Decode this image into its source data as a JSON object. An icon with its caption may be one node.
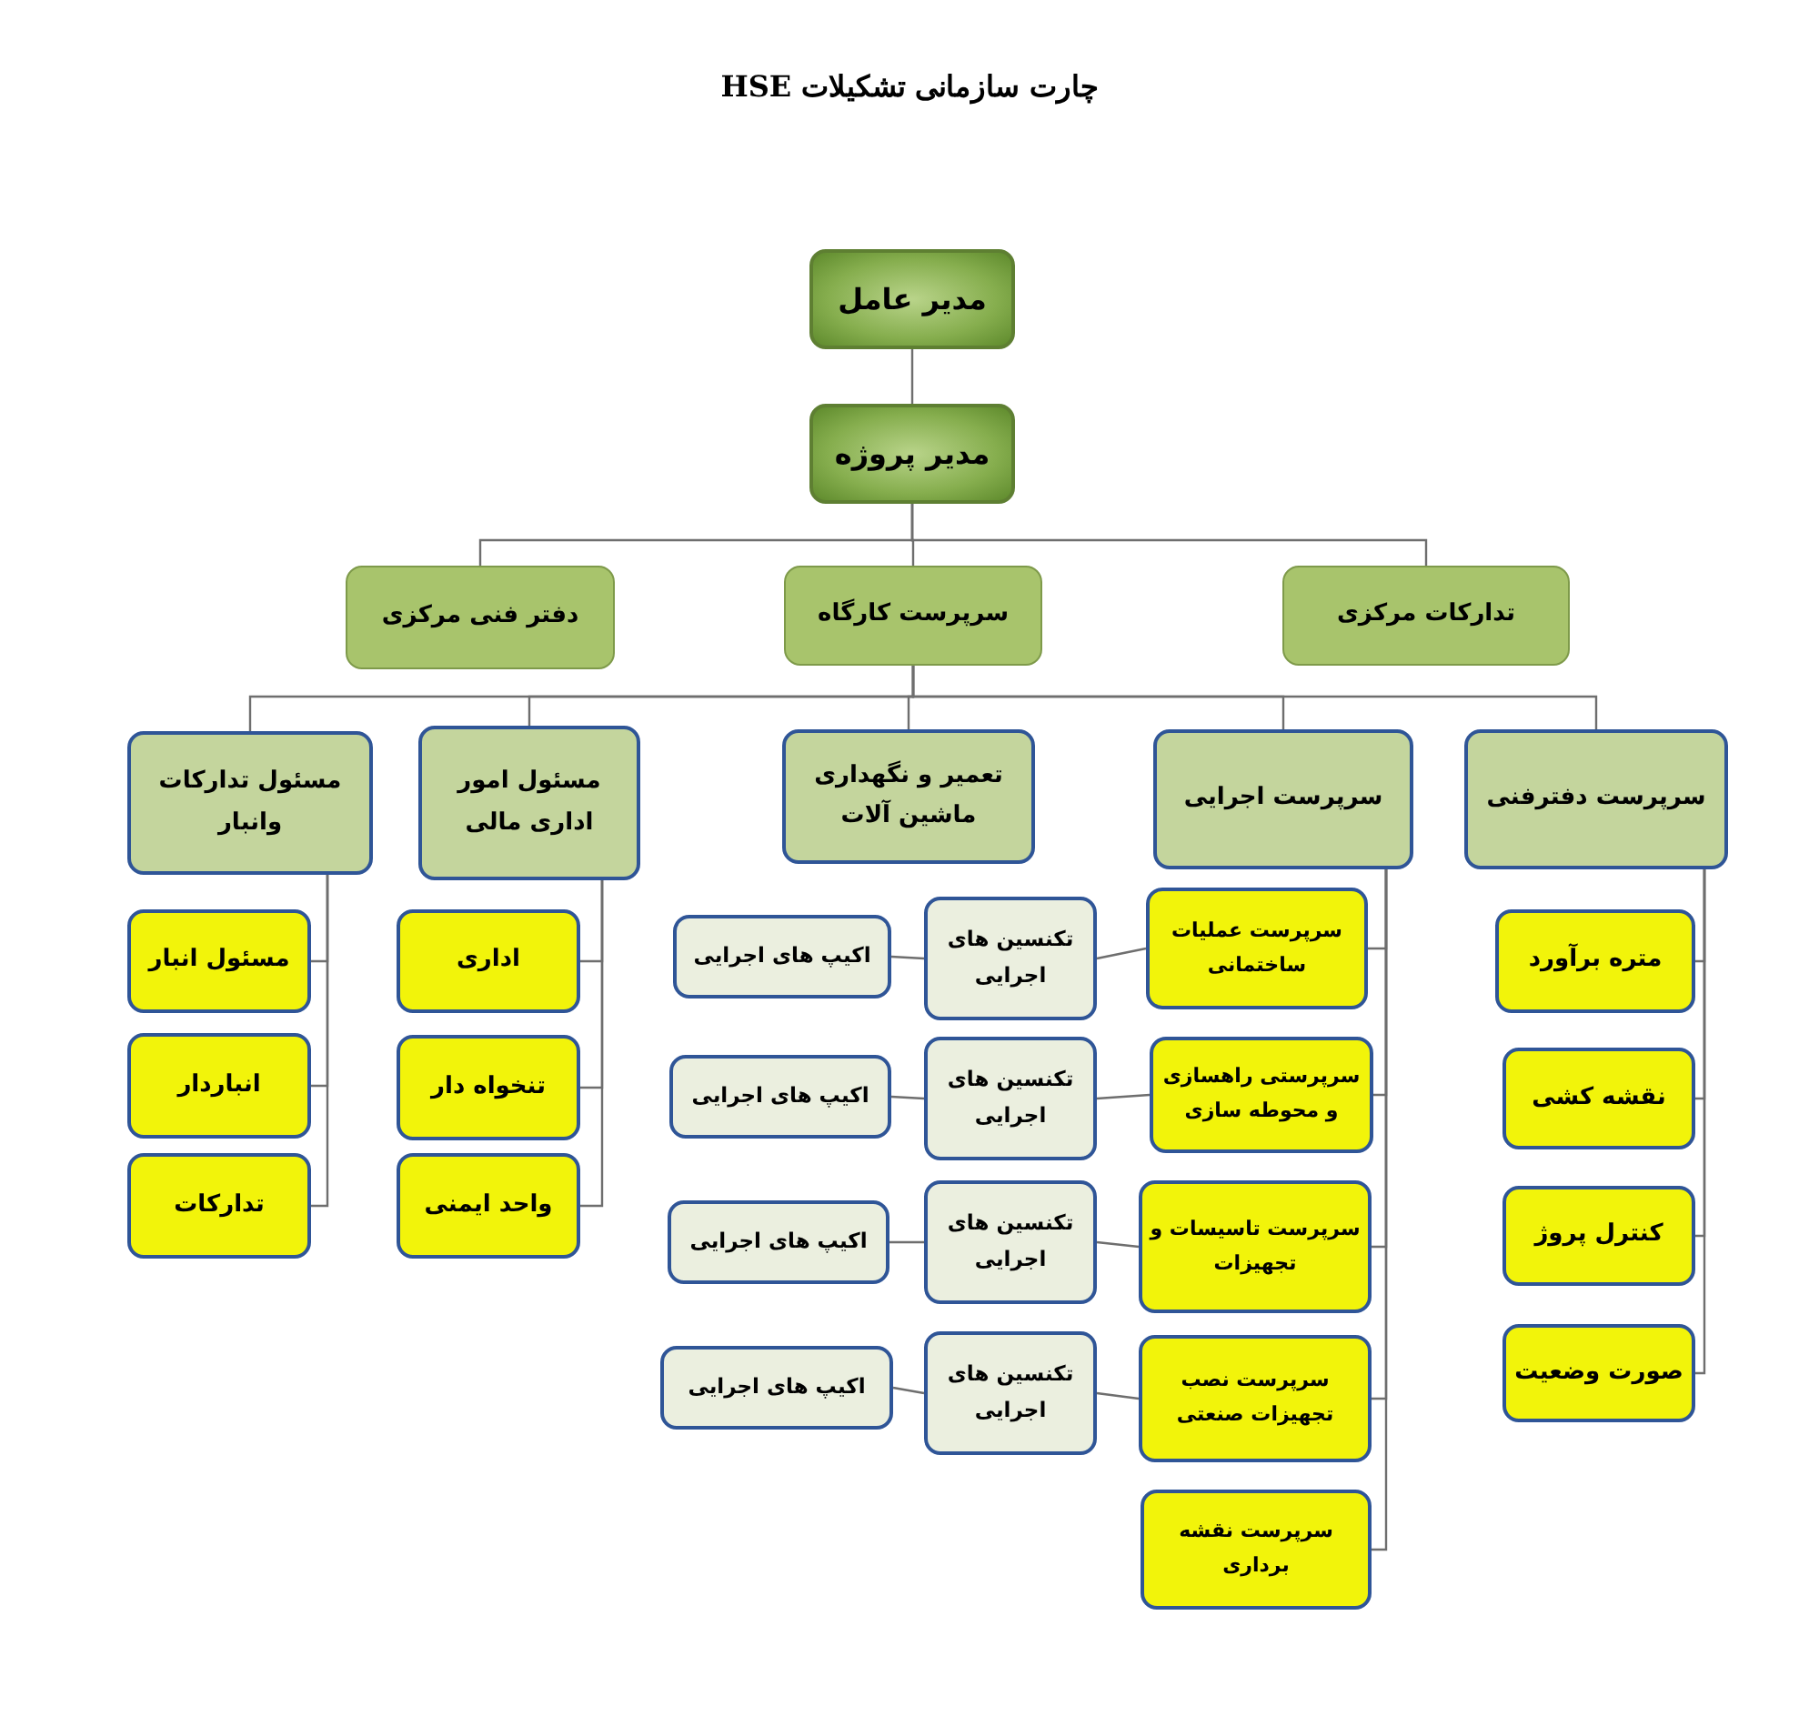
{
  "diagram": {
    "title": "چارت سازمانی تشکیلات HSE",
    "nodes": [
      {
        "text": [
          "مدیر عامل"
        ]
      },
      {
        "text": [
          "مدیر پروژه"
        ]
      },
      {
        "text": [
          "تدارکات مرکزی"
        ]
      },
      {
        "text": [
          "سرپرست کارگاه"
        ]
      },
      {
        "text": [
          "دفتر فنی مرکزی"
        ]
      },
      {
        "text": [
          "سرپرست دفترفنی"
        ]
      },
      {
        "text": [
          "سرپرست اجرایی"
        ]
      },
      {
        "text": [
          "تعمیر و نگهداری ماشین آلات"
        ]
      },
      {
        "text": [
          "مسئول امور اداری مالی"
        ]
      },
      {
        "text": [
          "مسئول تدارکات وانبار"
        ]
      },
      {
        "text": [
          "متره برآورد"
        ]
      },
      {
        "text": [
          "نقشه کشی"
        ]
      },
      {
        "text": [
          "کنترل پروژ"
        ]
      },
      {
        "text": [
          "صورت وضعیت"
        ]
      },
      {
        "text": [
          "سرپرست عملیات ساختمانی"
        ]
      },
      {
        "text": [
          "سرپرستی راهسازی و محوطه سازی"
        ]
      },
      {
        "text": [
          "سرپرست تاسیسات و تجهیزات"
        ]
      },
      {
        "text": [
          "سرپرست نصب تجهیزات صنعتی"
        ]
      },
      {
        "text": [
          "سرپرست نقشه برداری"
        ]
      },
      {
        "text": [
          "تکنسین های اجرایی"
        ]
      },
      {
        "text": [
          "اکیپ های اجرایی"
        ]
      },
      {
        "text": [
          "تکنسین های اجرایی"
        ]
      },
      {
        "text": [
          "اکیپ های اجرایی"
        ]
      },
      {
        "text": [
          "تکنسین های اجرایی"
        ]
      },
      {
        "text": [
          "اکیپ های اجرایی"
        ]
      },
      {
        "text": [
          "تکنسین های اجرایی"
        ]
      },
      {
        "text": [
          "اکیپ های اجرایی"
        ]
      },
      {
        "text": [
          "اداری"
        ]
      },
      {
        "text": [
          "تنخواه دار"
        ]
      },
      {
        "text": [
          "واحد ایمنی"
        ]
      },
      {
        "text": [
          "مسئول انبار"
        ]
      },
      {
        "text": [
          "انباردار"
        ]
      },
      {
        "text": [
          "تدارکات"
        ]
      }
    ],
    "edges": [
      {
        "from": 0,
        "to": 1,
        "arrow": "none"
      },
      {
        "from": 1,
        "to": 2,
        "arrow": "none"
      },
      {
        "from": 1,
        "to": 3,
        "arrow": "none"
      },
      {
        "from": 1,
        "to": 4,
        "arrow": "none"
      },
      {
        "from": 3,
        "to": 5,
        "arrow": "none"
      },
      {
        "from": 3,
        "to": 6,
        "arrow": "none"
      },
      {
        "from": 3,
        "to": 7,
        "arrow": "none"
      },
      {
        "from": 3,
        "to": 8,
        "arrow": "none"
      },
      {
        "from": 3,
        "to": 9,
        "arrow": "none"
      },
      {
        "from": 5,
        "to": 10,
        "arrow": "none"
      },
      {
        "from": 5,
        "to": 11,
        "arrow": "none"
      },
      {
        "from": 5,
        "to": 12,
        "arrow": "none"
      },
      {
        "from": 5,
        "to": 13,
        "arrow": "none"
      },
      {
        "from": 6,
        "to": 14,
        "arrow": "none"
      },
      {
        "from": 6,
        "to": 15,
        "arrow": "none"
      },
      {
        "from": 6,
        "to": 16,
        "arrow": "none"
      },
      {
        "from": 6,
        "to": 17,
        "arrow": "none"
      },
      {
        "from": 6,
        "to": 18,
        "arrow": "none"
      },
      {
        "from": 14,
        "to": 19,
        "arrow": "none"
      },
      {
        "from": 19,
        "to": 20,
        "arrow": "none"
      },
      {
        "from": 15,
        "to": 21,
        "arrow": "none"
      },
      {
        "from": 21,
        "to": 22,
        "arrow": "none"
      },
      {
        "from": 16,
        "to": 23,
        "arrow": "none"
      },
      {
        "from": 23,
        "to": 24,
        "arrow": "none"
      },
      {
        "from": 17,
        "to": 25,
        "arrow": "none"
      },
      {
        "from": 25,
        "to": 26,
        "arrow": "none"
      },
      {
        "from": 8,
        "to": 27,
        "arrow": "none"
      },
      {
        "from": 8,
        "to": 28,
        "arrow": "none"
      },
      {
        "from": 8,
        "to": 29,
        "arrow": "none"
      },
      {
        "from": 9,
        "to": 30,
        "arrow": "none"
      },
      {
        "from": 9,
        "to": 31,
        "arrow": "none"
      },
      {
        "from": 9,
        "to": 32,
        "arrow": "none"
      }
    ]
  }
}
